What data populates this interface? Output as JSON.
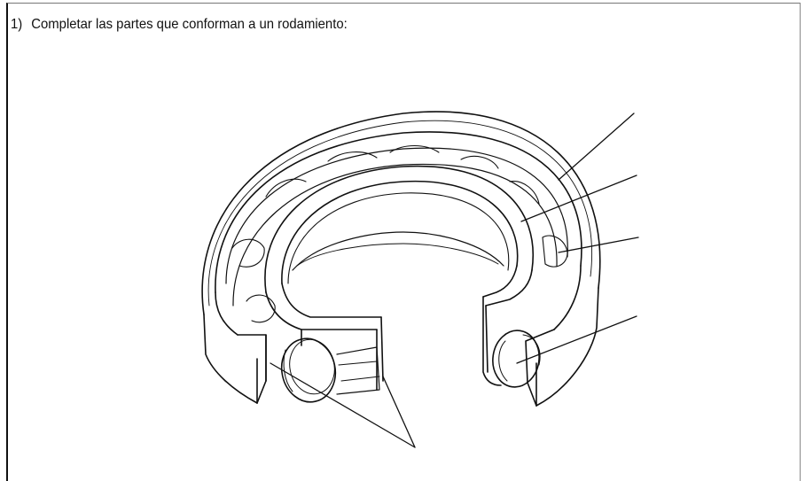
{
  "question": {
    "number": "1)",
    "text": "Completar las partes que conforman a un rodamiento:"
  },
  "diagram": {
    "subject": "bearing",
    "leader_lines": [
      {
        "target": "outer-ring"
      },
      {
        "target": "inner-ring"
      },
      {
        "target": "cage"
      },
      {
        "target": "rolling-element"
      },
      {
        "target": "raceway"
      }
    ]
  },
  "colors": {
    "ink": "#111111",
    "paper": "#ffffff"
  }
}
